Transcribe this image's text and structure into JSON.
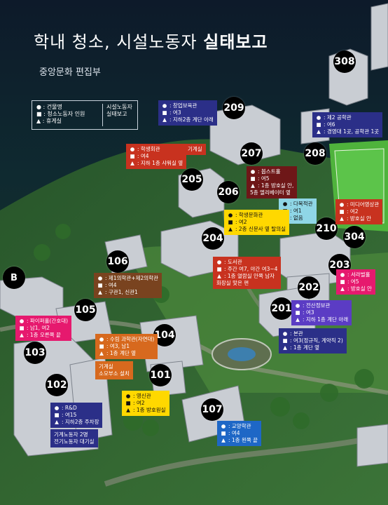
{
  "header": {
    "title_plain": "학내 청소, 시설노동자 ",
    "title_bold": "실태보고",
    "subtitle": "중앙문화 편집부"
  },
  "legend": {
    "items": [
      {
        "marker": "●",
        "label": ": 건물명"
      },
      {
        "marker": "■",
        "label": ": 청소노동자 인원"
      },
      {
        "marker": "▲",
        "label": ": 휴게실"
      }
    ],
    "side_lines": [
      "시설노동자",
      "실태보고"
    ]
  },
  "colors": {
    "navy": "#2b2f88",
    "red": "#c8321f",
    "maroon": "#6e1718",
    "brown": "#79431f",
    "yellow": "#ffd800",
    "pink": "#e6196e",
    "blue": "#1e67c6",
    "lightblue": "#8fd6e6",
    "orange": "#d7691e",
    "purple": "#5b3cc4"
  },
  "badges": [
    {
      "label": "308"
    },
    {
      "label": "209"
    },
    {
      "label": "207"
    },
    {
      "label": "208"
    },
    {
      "label": "205"
    },
    {
      "label": "206"
    },
    {
      "label": "210"
    },
    {
      "label": "304"
    },
    {
      "label": "204"
    },
    {
      "label": "203"
    },
    {
      "label": "106"
    },
    {
      "label": "B"
    },
    {
      "label": "202"
    },
    {
      "label": "201"
    },
    {
      "label": "105"
    },
    {
      "label": "104"
    },
    {
      "label": "103"
    },
    {
      "label": "102"
    },
    {
      "label": "101"
    },
    {
      "label": "107"
    }
  ],
  "tags": [
    {
      "color": "navy",
      "lines": [
        {
          "m": "●",
          "t": ": 창업보육관"
        },
        {
          "m": "■",
          "t": ": 여3"
        },
        {
          "m": "▲",
          "t": ": 지하2층 계단 아래"
        }
      ]
    },
    {
      "color": "navy",
      "lines": [
        {
          "m": "●",
          "t": ": 제2 공학관"
        },
        {
          "m": "■",
          "t": ": 여6"
        },
        {
          "m": "▲",
          "t": ": 경영대 1곳, 공학관 1곳"
        }
      ]
    },
    {
      "color": "red",
      "lines": [
        {
          "m": "●",
          "t": ": 학생회관"
        },
        {
          "m": "■",
          "t": ": 여4"
        },
        {
          "m": "▲",
          "t": ": 지하 1층 샤워실 옆"
        }
      ]
    },
    {
      "color": "red",
      "lines": [
        {
          "m": "",
          "t": "기계실"
        }
      ]
    },
    {
      "color": "maroon",
      "lines": [
        {
          "m": "●",
          "t": ": 봅스트홀"
        },
        {
          "m": "■",
          "t": ": 여5"
        },
        {
          "m": "▲",
          "t": ": 1층 방호실 안,"
        },
        {
          "m": "",
          "t": "5층 엘리베이터 옆"
        }
      ]
    },
    {
      "color": "lightblue",
      "dark": true,
      "lines": [
        {
          "m": "●",
          "t": ": 다목적관"
        },
        {
          "m": "■",
          "t": ": 여1"
        },
        {
          "m": "▲",
          "t": ": 없음"
        }
      ]
    },
    {
      "color": "red",
      "lines": [
        {
          "m": "●",
          "t": ": 미디어영상관"
        },
        {
          "m": "■",
          "t": ": 여2"
        },
        {
          "m": "▲",
          "t": ": 방호실 안"
        }
      ]
    },
    {
      "color": "yellow",
      "dark": true,
      "lines": [
        {
          "m": "●",
          "t": ": 학생문화관"
        },
        {
          "m": "■",
          "t": ": 여2"
        },
        {
          "m": "▲",
          "t": ": 2층 신문사 옆 탈의실"
        }
      ]
    },
    {
      "color": "red",
      "lines": [
        {
          "m": "●",
          "t": ": 도서관"
        },
        {
          "m": "■",
          "t": ": 주간 여7, 야간 여3~4"
        },
        {
          "m": "▲",
          "t": ": 1층 열람실 안쪽 남자"
        },
        {
          "m": "",
          "t": "화장실 맞은 편"
        }
      ]
    },
    {
      "color": "pink",
      "lines": [
        {
          "m": "●",
          "t": ": 서라벌홀"
        },
        {
          "m": "■",
          "t": ": 여5"
        },
        {
          "m": "▲",
          "t": ": 방호실 안"
        }
      ]
    },
    {
      "color": "brown",
      "lines": [
        {
          "m": "●",
          "t": ": 제1의학관+제2의학관"
        },
        {
          "m": "■",
          "t": ": 여4"
        },
        {
          "m": "▲",
          "t": ": 구관1, 신관1"
        }
      ]
    },
    {
      "color": "purple",
      "lines": [
        {
          "m": "●",
          "t": ": 전산정보관"
        },
        {
          "m": "■",
          "t": ": 여3"
        },
        {
          "m": "▲",
          "t": ": 지하 1층 계단 아래"
        }
      ]
    },
    {
      "color": "navy",
      "lines": [
        {
          "m": "●",
          "t": ": 본관"
        },
        {
          "m": "■",
          "t": ": 여3(정규직, 계약직 2)"
        },
        {
          "m": "▲",
          "t": ": 1층 계단 옆"
        }
      ]
    },
    {
      "color": "pink",
      "lines": [
        {
          "m": "●",
          "t": ": 파이퍼홀(간호대)"
        },
        {
          "m": "■",
          "t": ": 남1, 여2"
        },
        {
          "m": "▲",
          "t": ": 1층 오른쪽 끝"
        }
      ]
    },
    {
      "color": "orange",
      "lines": [
        {
          "m": "●",
          "t": ": 수림 과학관(자연대)"
        },
        {
          "m": "■",
          "t": ": 여3, 남1"
        },
        {
          "m": "▲",
          "t": ": 1층 계단 옆"
        }
      ]
    },
    {
      "color": "orange",
      "lines": [
        {
          "m": "",
          "t": "기계실"
        },
        {
          "m": "",
          "t": "소모부소 설치"
        }
      ]
    },
    {
      "color": "yellow",
      "dark": true,
      "lines": [
        {
          "m": "●",
          "t": ": 영신관"
        },
        {
          "m": "■",
          "t": ": 여2"
        },
        {
          "m": "▲",
          "t": ": 1층 방호원실"
        }
      ]
    },
    {
      "color": "navy",
      "lines": [
        {
          "m": "●",
          "t": ": R&D"
        },
        {
          "m": "■",
          "t": ": 여15"
        },
        {
          "m": "▲",
          "t": ": 지하2층 주차장"
        }
      ]
    },
    {
      "color": "navy",
      "lines": [
        {
          "m": "",
          "t": "기계노동자 2명"
        },
        {
          "m": "",
          "t": "전기노동자 대기실"
        }
      ]
    },
    {
      "color": "blue",
      "lines": [
        {
          "m": "●",
          "t": ": 교양학관"
        },
        {
          "m": "■",
          "t": ": 여4"
        },
        {
          "m": "▲",
          "t": ": 1층 왼쪽 끝"
        }
      ]
    }
  ]
}
